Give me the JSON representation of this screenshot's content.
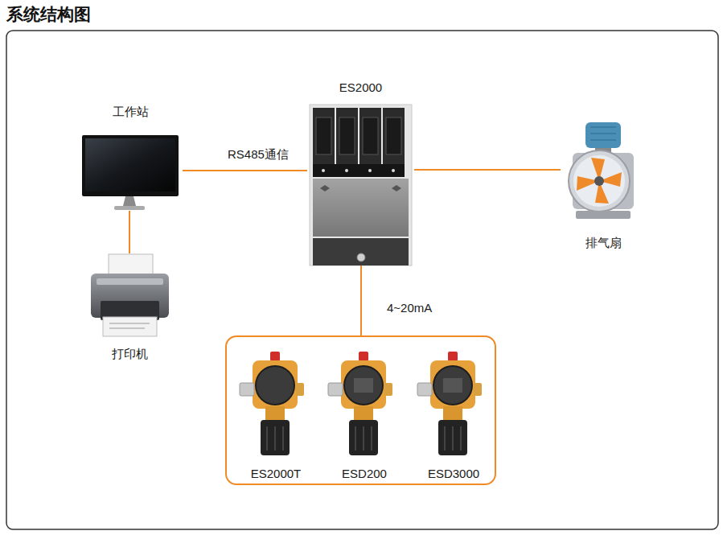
{
  "diagram": {
    "title": "系统结构图",
    "nodes": [
      {
        "text": [
          "工作站"
        ]
      },
      {
        "text": [
          "打印机"
        ]
      },
      {
        "text": [
          "ES2000"
        ]
      },
      {
        "text": [
          "排气扇"
        ]
      },
      {
        "text": []
      },
      {
        "text": [
          "ES2000T"
        ],
        "in": 4
      },
      {
        "text": [
          "ESD200"
        ],
        "in": 4
      },
      {
        "text": [
          "ESD3000"
        ],
        "in": 4
      }
    ],
    "edges": [
      {
        "from": 0,
        "to": 2,
        "label": "RS485通信",
        "arrow": "none"
      },
      {
        "from": 0,
        "to": 1,
        "arrow": "none"
      },
      {
        "from": 2,
        "to": 3,
        "arrow": "none"
      },
      {
        "from": 2,
        "to": 4,
        "label": "4~20mA",
        "arrow": "none"
      }
    ]
  }
}
